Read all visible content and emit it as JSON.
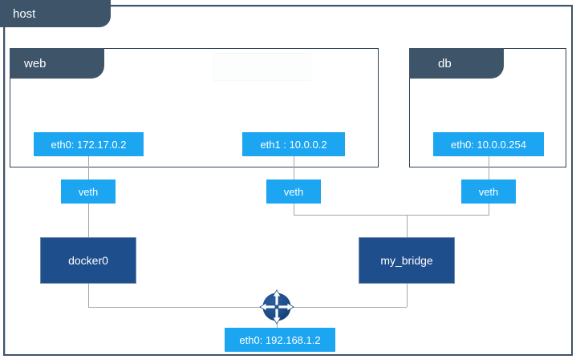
{
  "diagram": {
    "title": "docker networking namespaces diagram",
    "colors": {
      "tab_bg": "#3d5469",
      "iface_blue": "#1CA5F0",
      "bridge_blue": "#1F4E8C",
      "frame_border": "#2f4356",
      "line_gray": "#a6a6a6"
    }
  },
  "host": {
    "label": "host"
  },
  "namespaces": [
    {
      "id": "web",
      "label": "web"
    },
    {
      "id": "db",
      "label": "db"
    }
  ],
  "interfaces": [
    {
      "id": "web-eth0",
      "label": "eth0: 172.17.0.2",
      "namespace": "web"
    },
    {
      "id": "web-eth1",
      "label": "eth1 : 10.0.0.2",
      "namespace": "web"
    },
    {
      "id": "db-eth0",
      "label": "eth0: 10.0.0.254",
      "namespace": "db"
    },
    {
      "id": "host-eth0",
      "label": "eth0: 192.168.1.2",
      "namespace": "host"
    }
  ],
  "veths": [
    {
      "id": "veth-docker0",
      "label": "veth"
    },
    {
      "id": "veth-mybridge-web",
      "label": "veth"
    },
    {
      "id": "veth-mybridge-db",
      "label": "veth"
    }
  ],
  "bridges": [
    {
      "id": "docker0",
      "label": "docker0"
    },
    {
      "id": "my_bridge",
      "label": "my_bridge"
    }
  ],
  "router": {
    "id": "router",
    "icon": "router-icon"
  }
}
